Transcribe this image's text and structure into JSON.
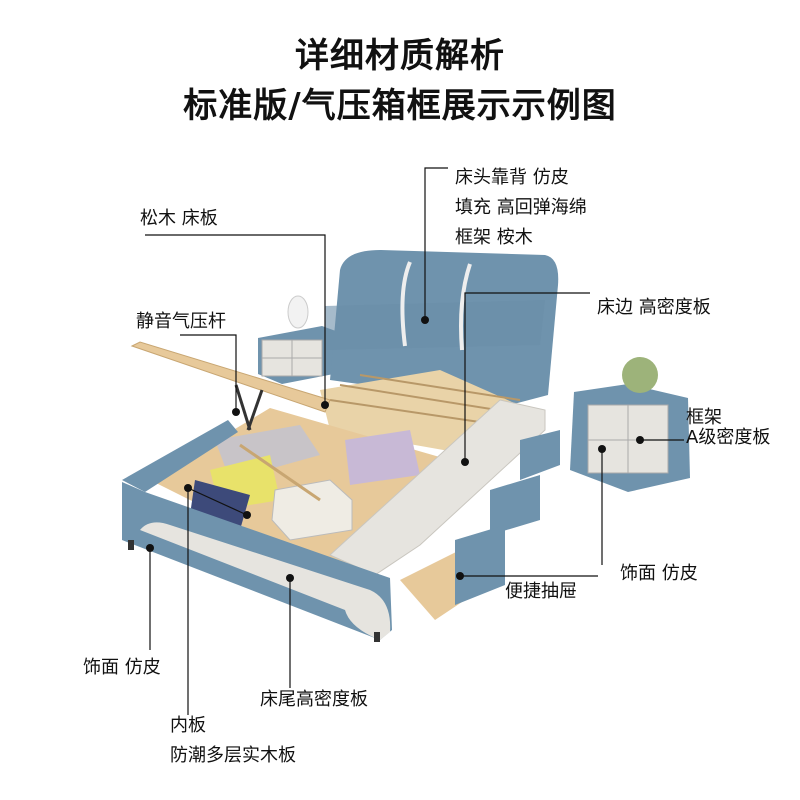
{
  "title": {
    "line1": "详细材质解析",
    "line2": "标准版/气压箱框展示示例图"
  },
  "labels": {
    "bed_board": "松木 床板",
    "headboard_1": "床头靠背 仿皮",
    "headboard_2": "填充 高回弹海绵",
    "headboard_3": "框架 桉木",
    "gas_strut": "静音气压杆",
    "side_rail": "床边 高密度板",
    "nightstand_1": "框架",
    "nightstand_2": "A级密度板",
    "nightstand_finish": "饰面 仿皮",
    "drawer": "便捷抽屉",
    "bed_finish": "饰面 仿皮",
    "footboard": "床尾高密度板",
    "inner_1": "内板",
    "inner_2": "防潮多层实木板"
  },
  "colors": {
    "leather_blue": "#6f93ad",
    "leather_white": "#e6e4df",
    "wood": "#e7c99a"
  }
}
